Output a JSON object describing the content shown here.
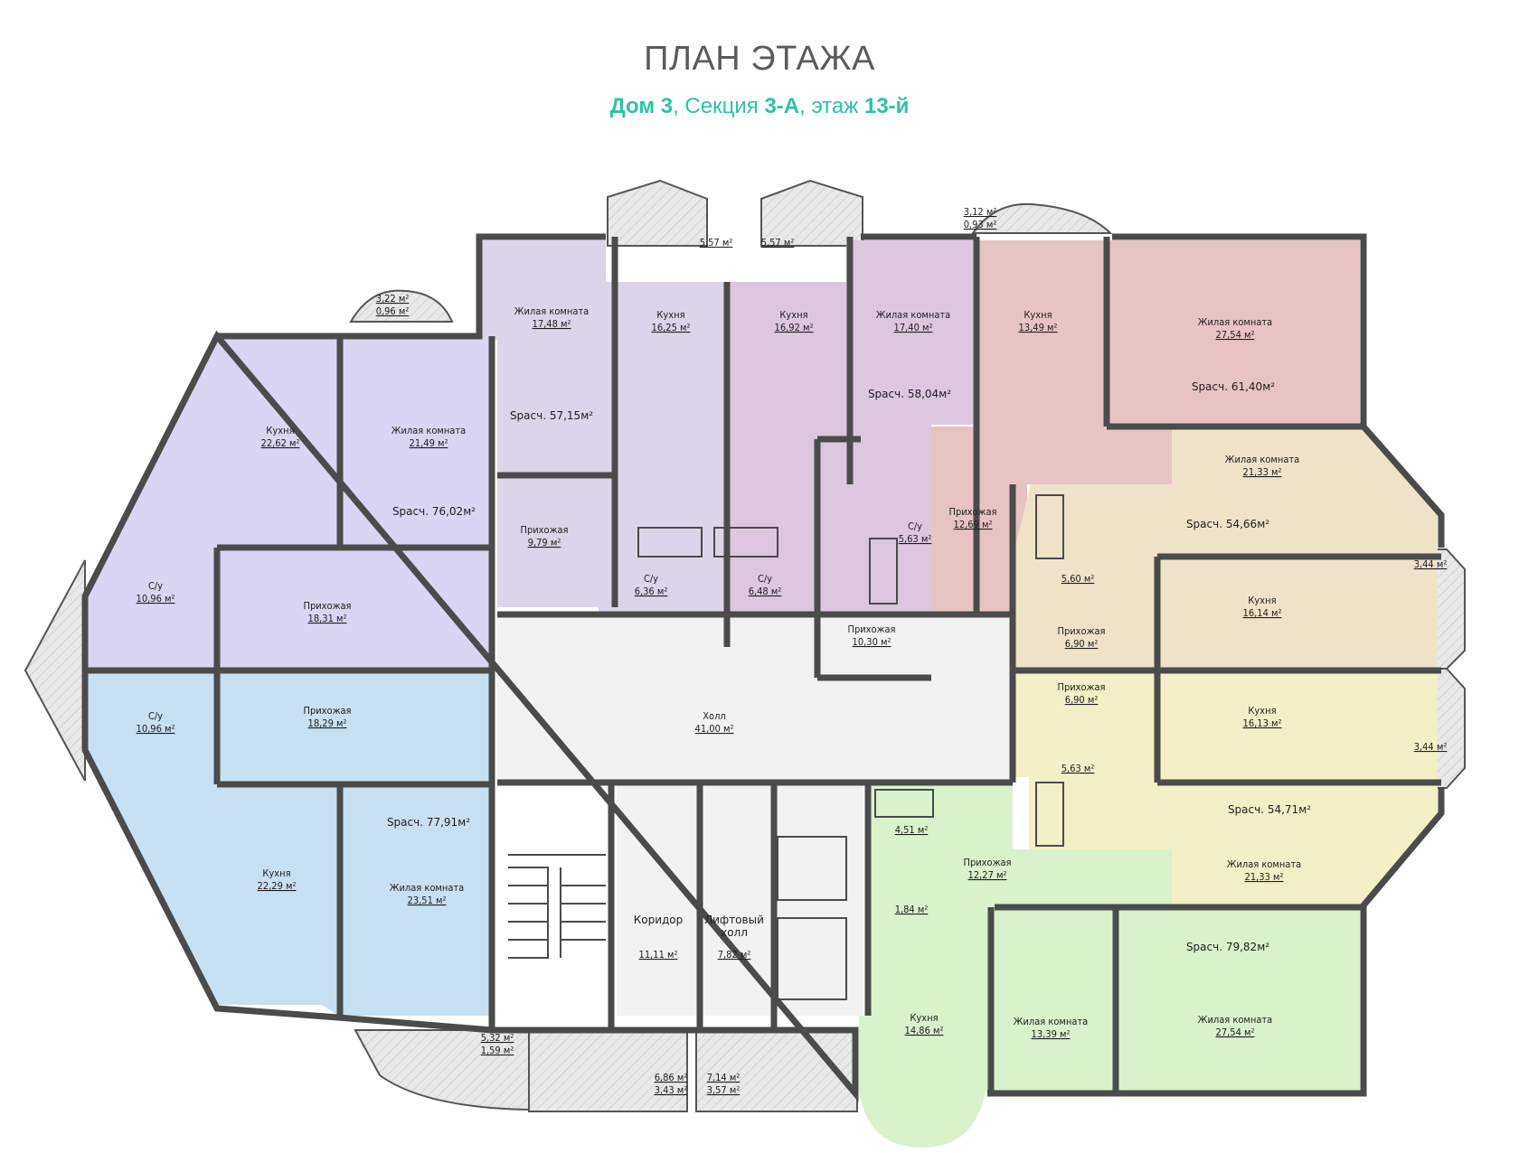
{
  "header": {
    "title": "ПЛАН ЭТАЖА",
    "subtitle": {
      "house": "Дом 3",
      "sep1": ", Секция ",
      "section": "3-А",
      "sep2": ", этаж ",
      "floor": "13-й"
    }
  },
  "colors": {
    "apt_lavender": "#d9d5f2",
    "apt_lightblue": "#c7e0f2",
    "apt_lilac": "#dcd4e8",
    "apt_violet": "#dcc7df",
    "apt_pink": "#e8c3c3",
    "apt_beige": "#eee3c9",
    "apt_yellow": "#f3efc6",
    "apt_green": "#daf2cc",
    "common": "#f2f2f2",
    "balcony": "#e6e6e6",
    "title": "#5b5b5b",
    "accent": "#2cc2a8",
    "wall": "#4b4b4b"
  },
  "rooms": {
    "a1_kitchen": {
      "name": "Кухня",
      "area": "22,62 м²"
    },
    "a1_living": {
      "name": "Жилая комната",
      "area": "21,49 м²"
    },
    "a1_total": "Sрасч. 76,02м²",
    "a1_bath": {
      "name": "С/у",
      "area": "10,96 м²"
    },
    "a1_hall": {
      "name": "Прихожая",
      "area": "18,31 м²"
    },
    "a1_balcony": [
      "3,22 м²",
      "0,96 м²"
    ],
    "a2_bath": {
      "name": "С/у",
      "area": "10,96 м²"
    },
    "a2_hall": {
      "name": "Прихожая",
      "area": "18,29 м²"
    },
    "a2_total": "Sрасч. 77,91м²",
    "a2_kitchen": {
      "name": "Кухня",
      "area": "22,29 м²"
    },
    "a2_living": {
      "name": "Жилая комната",
      "area": "23,51 м²"
    },
    "a2_balcony": [
      "5,32 м²",
      "1,59 м²"
    ],
    "a3_living": {
      "name": "Жилая комната",
      "area": "17,48 м²"
    },
    "a3_kitchen": {
      "name": "Кухня",
      "area": "16,25 м²"
    },
    "a3_total": "Sрасч. 57,15м²",
    "a3_hall": {
      "name": "Прихожая",
      "area": "9,79 м²"
    },
    "a3_bath": {
      "name": "С/у",
      "area": "6,36 м²"
    },
    "a3_balcony": "5,57 м²",
    "a4_kitchen": {
      "name": "Кухня",
      "area": "16,92 м²"
    },
    "a4_living": {
      "name": "Жилая комната",
      "area": "17,40 м²"
    },
    "a4_total": "Sрасч. 58,04м²",
    "a4_bath": {
      "name": "С/у",
      "area": "6,48 м²"
    },
    "a4_hall": {
      "name": "Прихожая",
      "area": "10,30 м²"
    },
    "a4_balcony": "5,57 м²",
    "a5_kitchen": {
      "name": "Кухня",
      "area": "13,49 м²"
    },
    "a5_living": {
      "name": "Жилая комната",
      "area": "27,54 м²"
    },
    "a5_total": "Sрасч. 61,40м²",
    "a5_bath": {
      "name": "С/у",
      "area": "5,63 м²"
    },
    "a5_hall": {
      "name": "Прихожая",
      "area": "12,69 м²"
    },
    "a5_balcony": [
      "3,12 м²",
      "0,93 м²"
    ],
    "a6_living": {
      "name": "Жилая комната",
      "area": "21,33 м²"
    },
    "a6_total": "Sрасч. 54,66м²",
    "a6_bath": "5,60 м²",
    "a6_hall": {
      "name": "Прихожая",
      "area": "6,90 м²"
    },
    "a6_kitchen": {
      "name": "Кухня",
      "area": "16,14 м²"
    },
    "a6_balcony": "3,44 м²",
    "a7_hall": {
      "name": "Прихожая",
      "area": "6,90 м²"
    },
    "a7_kitchen": {
      "name": "Кухня",
      "area": "16,13 м²"
    },
    "a7_bath": "5,63 м²",
    "a7_total": "Sрасч. 54,71м²",
    "a7_living": {
      "name": "Жилая комната",
      "area": "21,33 м²"
    },
    "a7_balcony": "3,44 м²",
    "a8_bath1": "4,51 м²",
    "a8_bath2": "1,84 м²",
    "a8_hall": {
      "name": "Прихожая",
      "area": "12,27 м²"
    },
    "a8_kitchen": {
      "name": "Кухня",
      "area": "14,86 м²"
    },
    "a8_living1": {
      "name": "Жилая комната",
      "area": "13,39 м²"
    },
    "a8_total": "Sрасч. 79,82м²",
    "a8_living2": {
      "name": "Жилая комната",
      "area": "27,54 м²"
    },
    "hall": {
      "name": "Холл",
      "area": "41,00 м²"
    },
    "corridor": {
      "name": "Коридор",
      "area": "11,11 м²"
    },
    "lift_hall": {
      "name1": "Лифтовый",
      "name2": "холл",
      "area": "7,82 м²"
    },
    "bottom_balcony1": [
      "6,86 м²",
      "3,43 м²"
    ],
    "bottom_balcony2": [
      "7,14 м²",
      "3,57 м²"
    ]
  }
}
